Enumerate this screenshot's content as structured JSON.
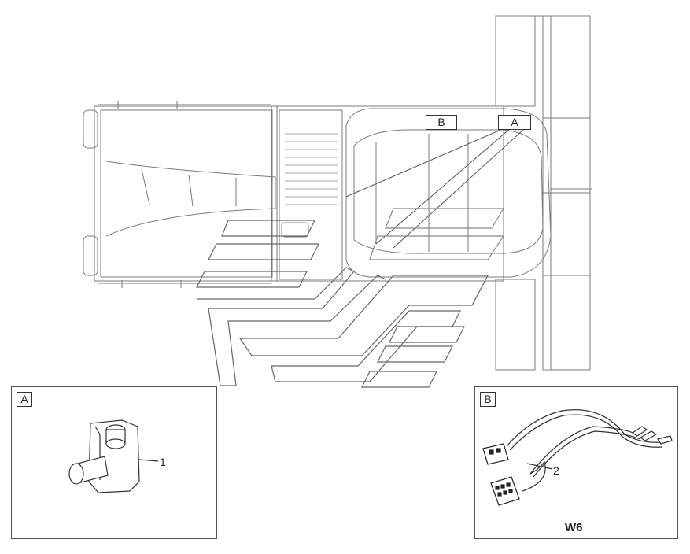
{
  "main_view": {
    "detail_markers": [
      {
        "letter": "B"
      },
      {
        "letter": "A"
      }
    ]
  },
  "detail_a": {
    "tag": "A",
    "callout": "1"
  },
  "detail_b": {
    "tag": "B",
    "callout": "2",
    "wiring_label": "W6"
  }
}
